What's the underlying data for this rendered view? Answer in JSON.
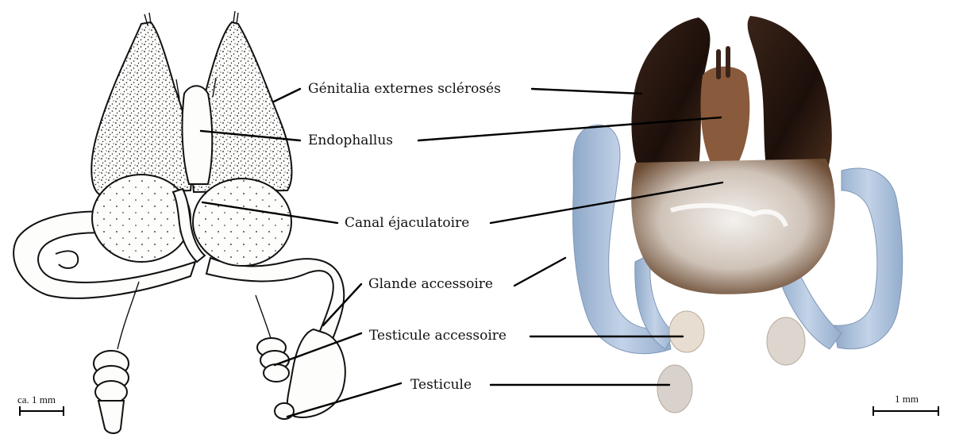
{
  "labels": [
    "Génitalia externes sclérosés",
    "Endophallus",
    "Canal éjaculatoire",
    "Glande accessoire",
    "Testicule accessoire",
    "Testicule"
  ],
  "scalebars": {
    "drawing": "ca. 1 mm",
    "photo": "1 mm"
  },
  "colors": {
    "ink": "#111111",
    "photo_sclerite": "#2a1a12",
    "photo_gland": "#a9bfd9",
    "photo_tissue": "#d9cfc6"
  }
}
